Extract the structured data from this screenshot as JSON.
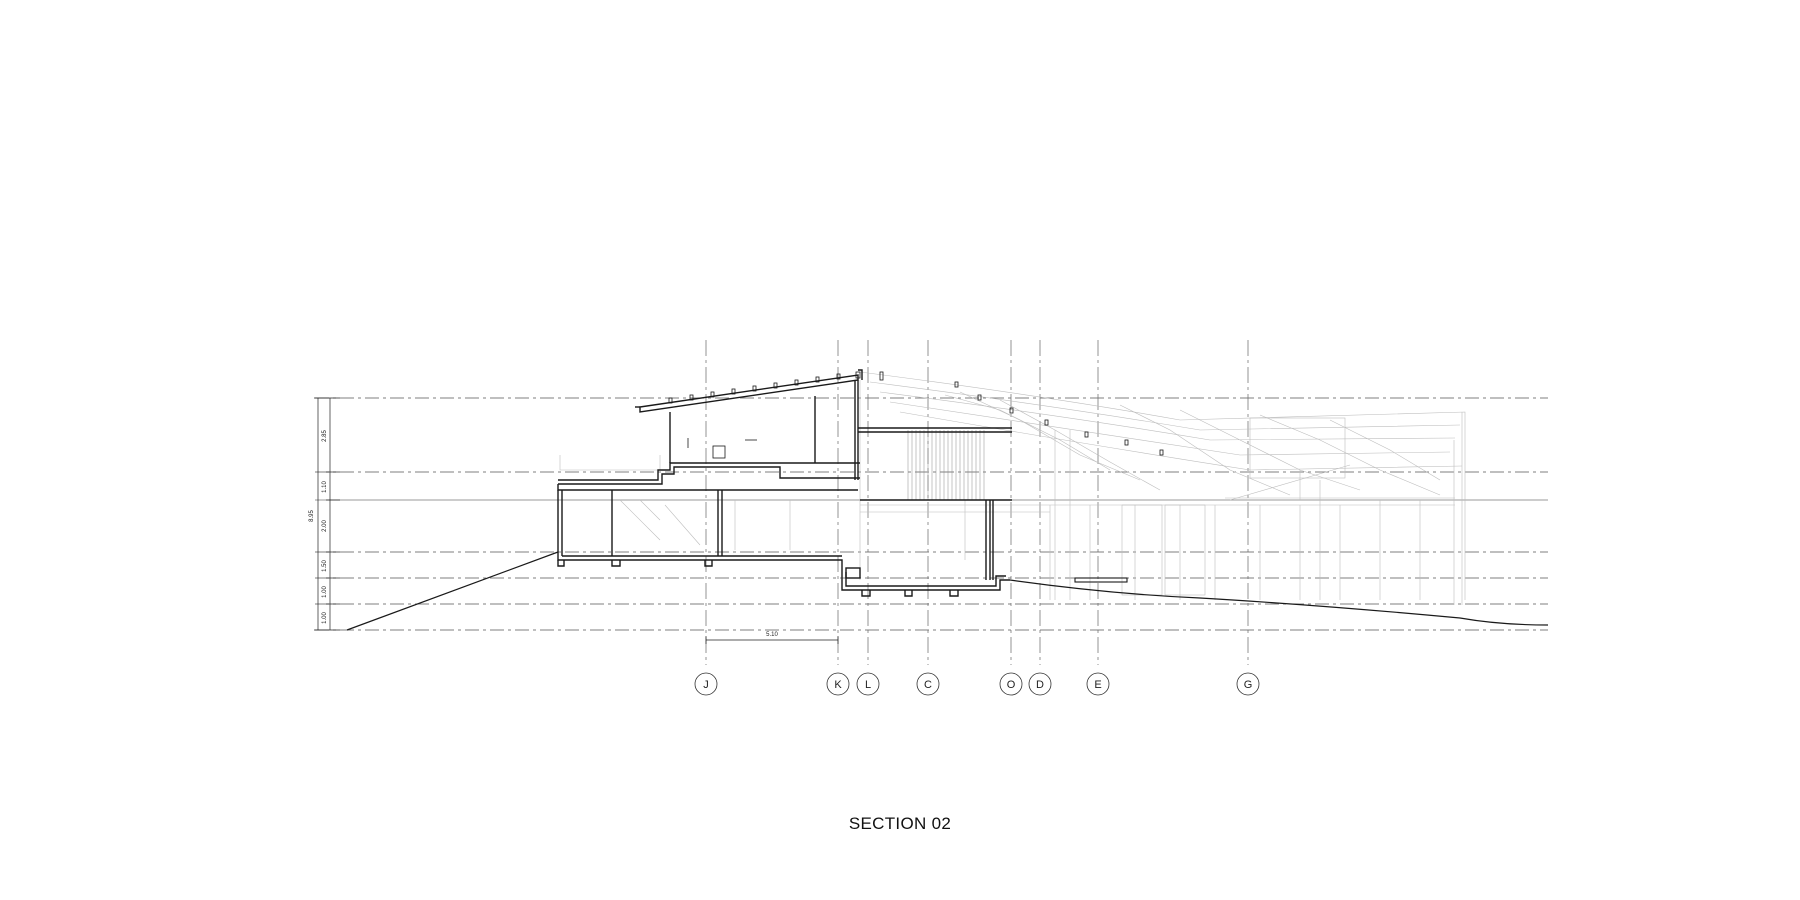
{
  "title": "SECTION 02",
  "grid_lines": [
    "J",
    "K",
    "L",
    "C",
    "O",
    "D",
    "E",
    "G"
  ],
  "dimensions": {
    "horizontal": [
      "5.10"
    ],
    "vertical_total": "8.95",
    "vertical_segments": [
      "2.85",
      "1.10",
      "2.00",
      "1.50",
      "1.00",
      "1.00"
    ]
  },
  "colors": {
    "line": "#1a1a1a",
    "light_line": "#b5b5b5",
    "background": "#ffffff"
  }
}
